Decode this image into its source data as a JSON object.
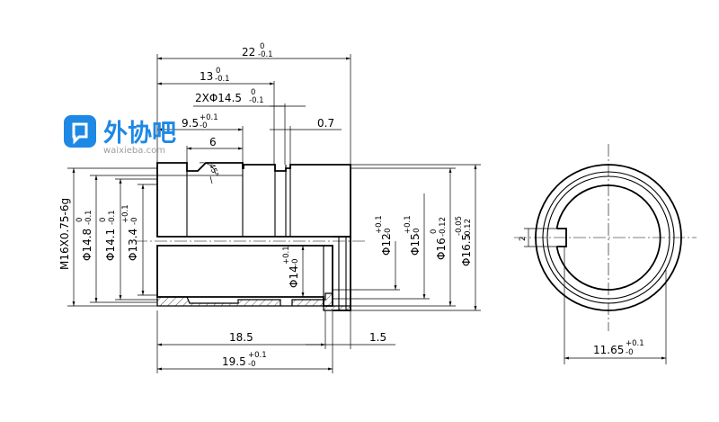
{
  "watermark": {
    "brand": "外协吧",
    "url": "waixieba.com",
    "color": "#1e88e5"
  },
  "dimensions": {
    "total_length": {
      "nominal": "22",
      "upper": "0",
      "lower": "-0.1"
    },
    "length_13": {
      "nominal": "13",
      "upper": "0",
      "lower": "-0.1"
    },
    "groove_dia": {
      "nominal": "2XΦ14.5",
      "upper": "0",
      "lower": "-0.1"
    },
    "length_9_5": {
      "nominal": "9.5",
      "upper": "+0.1",
      "lower": "-0"
    },
    "length_6": {
      "nominal": "6"
    },
    "groove_width": {
      "nominal": "0.7"
    },
    "chamfer_angle": {
      "nominal": "45°"
    },
    "thread": {
      "nominal": "M16X0.75-6g"
    },
    "dia_14_8": {
      "nominal": "Φ14.8",
      "upper": "0",
      "lower": "-0.1"
    },
    "dia_14_1": {
      "nominal": "Φ14.1",
      "upper": "0",
      "lower": "-0.1"
    },
    "dia_13_4": {
      "nominal": "Φ13.4",
      "upper": "+0.1",
      "lower": "-0"
    },
    "dia_14_bore": {
      "nominal": "Φ14",
      "upper": "+0.1",
      "lower": "-0"
    },
    "dia_12": {
      "nominal": "Φ12",
      "upper": "+0.1",
      "lower": "-0"
    },
    "dia_15": {
      "nominal": "Φ15",
      "upper": "+0.1",
      "lower": "-0"
    },
    "dia_16": {
      "nominal": "Φ16",
      "upper": "0",
      "lower": "-0.12"
    },
    "dia_16_5": {
      "nominal": "Φ16.5",
      "upper": "-0.05",
      "lower": "-0.12"
    },
    "length_18_5": {
      "nominal": "18.5"
    },
    "length_1_5": {
      "nominal": "1.5"
    },
    "length_19_5": {
      "nominal": "19.5",
      "upper": "+0.1",
      "lower": "-0"
    },
    "slot_width": {
      "nominal": "2"
    },
    "end_width": {
      "nominal": "11.65",
      "upper": "+0.1",
      "lower": "-0"
    }
  }
}
